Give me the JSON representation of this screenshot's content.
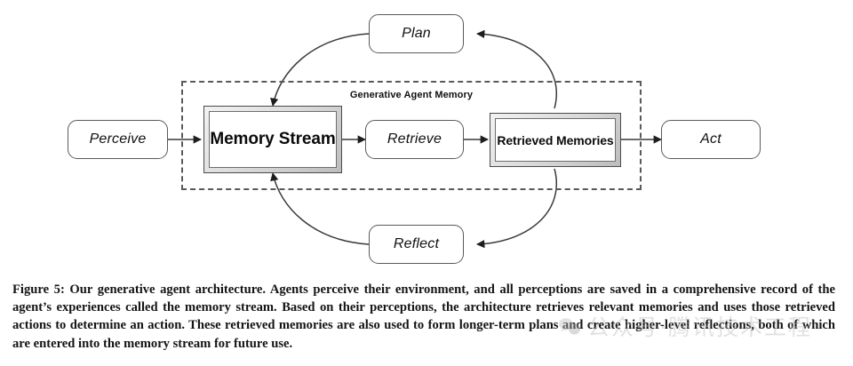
{
  "figure": {
    "group": {
      "label": "Generative Agent Memory"
    },
    "nodes": [
      {
        "id": "perceive",
        "label": "Perceive",
        "style": "rounded"
      },
      {
        "id": "memory-stream",
        "label": "Memory Stream",
        "style": "bevel"
      },
      {
        "id": "retrieve",
        "label": "Retrieve",
        "style": "rounded"
      },
      {
        "id": "retrieved-memories",
        "label": "Retrieved Memories",
        "style": "bevel"
      },
      {
        "id": "act",
        "label": "Act",
        "style": "rounded"
      },
      {
        "id": "plan",
        "label": "Plan",
        "style": "rounded"
      },
      {
        "id": "reflect",
        "label": "Reflect",
        "style": "rounded"
      }
    ],
    "edges": [
      {
        "from": "perceive",
        "to": "memory-stream",
        "kind": "straight"
      },
      {
        "from": "memory-stream",
        "to": "retrieve",
        "kind": "straight"
      },
      {
        "from": "retrieve",
        "to": "retrieved-memories",
        "kind": "straight"
      },
      {
        "from": "retrieved-memories",
        "to": "act",
        "kind": "straight"
      },
      {
        "from": "retrieved-memories",
        "to": "plan",
        "kind": "curve"
      },
      {
        "from": "plan",
        "to": "memory-stream",
        "kind": "curve"
      },
      {
        "from": "retrieved-memories",
        "to": "reflect",
        "kind": "curve"
      },
      {
        "from": "reflect",
        "to": "memory-stream",
        "kind": "curve"
      }
    ],
    "colors": {
      "stroke": "#3a3a3a",
      "dashed_border": "#595959",
      "node_border": "#5a5a5a",
      "bevel_light": "#f2f2f2",
      "bevel_dark": "#bdbdbd",
      "background": "#ffffff"
    }
  },
  "caption": {
    "text": "Figure 5: Our generative agent architecture. Agents perceive their environment, and all perceptions are saved in a comprehensive record of the agent’s experiences called the memory stream. Based on their perceptions, the architecture retrieves relevant memories and uses those retrieved actions to determine an action. These retrieved memories are also used to form longer-term plans and create higher-level reflections, both of which are entered into the memory stream for future use."
  },
  "watermark": {
    "text": "公众号·腾讯技术工程",
    "icon": "chat-bubble-icon",
    "color": "#b9b9b9"
  }
}
